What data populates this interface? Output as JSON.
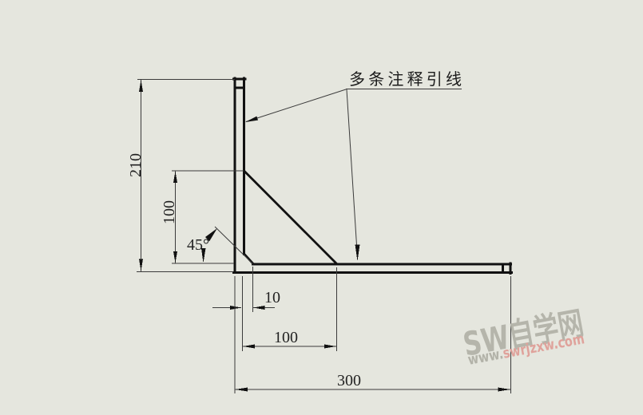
{
  "canvas": {
    "background_color": "#e5e6de",
    "edge_color": "#111111",
    "thin_line_color": "#3b3b3b",
    "dim_text_color": "#222222"
  },
  "annotation": {
    "label": "多条注释引线"
  },
  "dimensions": {
    "total_height": "210",
    "rib_height": "100",
    "chamfer_angle": "45°",
    "chamfer_offset": "10",
    "rib_length": "100",
    "total_width": "300"
  },
  "watermark": {
    "title": "SW自学网",
    "url_prefix": "www.",
    "url_domain": "swrjzxw.com",
    "title_color": "#b5b5ab",
    "url_color": "#dfa29b"
  }
}
